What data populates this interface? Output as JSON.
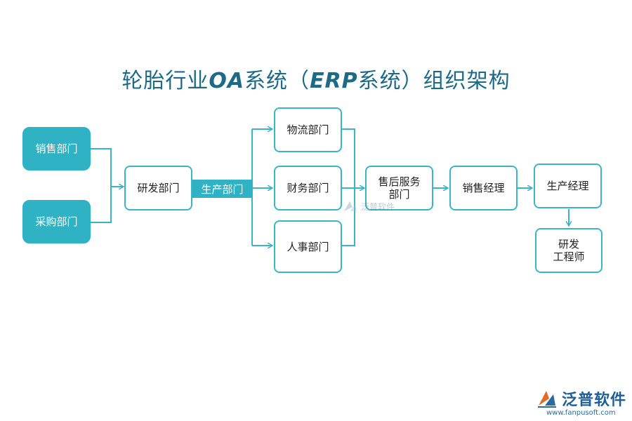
{
  "title": {
    "main_prefix": "轮胎行业",
    "latin1": "OA",
    "mid": "系统（",
    "latin2": "ERP",
    "suffix": "系统）组织架构"
  },
  "nodes": {
    "sales_dept": "销售部门",
    "purchase_dept": "采购部门",
    "rnd_dept": "研发部门",
    "production_dept": "生产部门",
    "logistics_dept": "物流部门",
    "finance_dept": "财务部门",
    "hr_dept": "人事部门",
    "after_sales_line1": "售后服务",
    "after_sales_line2": "部门",
    "sales_manager": "销售经理",
    "production_manager": "生产经理",
    "rnd_engineer_line1": "研发",
    "rnd_engineer_line2": "工程师"
  },
  "watermark": {
    "center_text": "泛普软件"
  },
  "brand": {
    "name": "泛普软件",
    "url": "www.fanpusoft.com",
    "logo_icon": "fanpu-logo-icon"
  },
  "colors": {
    "accent": "#2fb2c4",
    "title": "#1c6a86",
    "line": "#3bb4c6"
  }
}
